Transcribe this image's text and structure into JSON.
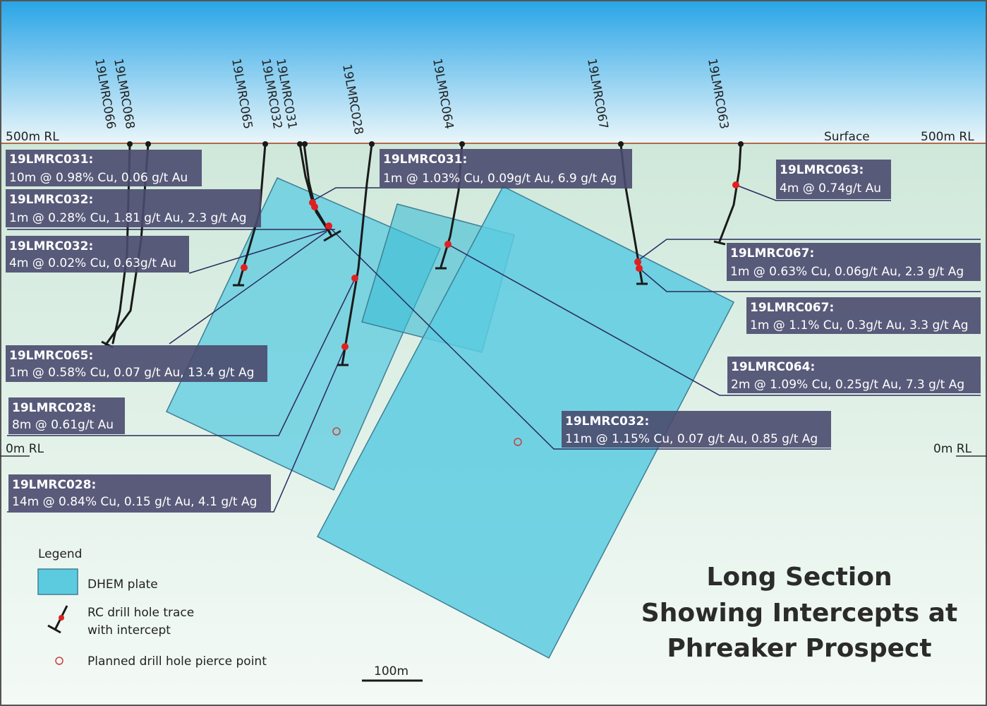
{
  "rl_labels": {
    "top_left": "500m RL",
    "top_right": "500m RL",
    "surface": "Surface",
    "zero_left": "0m RL",
    "zero_right": "0m RL"
  },
  "holes": [
    "19LMRC066",
    "19LMRC068",
    "19LMRC065",
    "19LMRC032",
    "19LMRC031",
    "19LMRC028",
    "19LMRC064",
    "19LMRC067",
    "19LMRC063"
  ],
  "intercepts": [
    {
      "hole": "19LMRC031:",
      "text": "10m @ 0.98% Cu, 0.06 g/t Au"
    },
    {
      "hole": "19LMRC032:",
      "text": "1m @ 0.28% Cu, 1.81 g/t Au, 2.3 g/t Ag"
    },
    {
      "hole": "19LMRC032:",
      "text": "4m @ 0.02% Cu, 0.63g/t Au"
    },
    {
      "hole": "19LMRC065:",
      "text": "1m @ 0.58% Cu, 0.07 g/t Au, 13.4 g/t Ag"
    },
    {
      "hole": "19LMRC028:",
      "text": "8m @ 0.61g/t Au"
    },
    {
      "hole": "19LMRC028:",
      "text": "14m @ 0.84% Cu, 0.15 g/t Au, 4.1 g/t Ag"
    },
    {
      "hole": "19LMRC031:",
      "text": "1m @ 1.03% Cu, 0.09g/t Au, 6.9 g/t Ag"
    },
    {
      "hole": "19LMRC063:",
      "text": "4m @ 0.74g/t Au"
    },
    {
      "hole": "19LMRC067:",
      "text": "1m @ 0.63% Cu, 0.06g/t Au, 2.3 g/t Ag"
    },
    {
      "hole": "19LMRC067:",
      "text": "1m @ 1.1% Cu, 0.3g/t Au, 3.3 g/t Ag"
    },
    {
      "hole": "19LMRC064:",
      "text": "2m @ 1.09% Cu, 0.25g/t Au, 7.3 g/t Ag"
    },
    {
      "hole": "19LMRC032:",
      "text": "11m @ 1.15% Cu, 0.07 g/t Au, 0.85 g/t Ag"
    }
  ],
  "legend": {
    "title": "Legend",
    "dhem": "DHEM plate",
    "rc_line1": "RC drill hole trace",
    "rc_line2": "with intercept",
    "pierce": "Planned drill hole pierce point"
  },
  "scale_label": "100m",
  "title_lines": [
    "Long Section",
    "Showing Intercepts at",
    "Phreaker Prospect"
  ],
  "colors": {
    "plate": "#5ccbe0",
    "box": "#4a4a6e",
    "intercept": "#e02020",
    "surface_line": "#b06a4a",
    "sky_top": "#27a4e6"
  }
}
